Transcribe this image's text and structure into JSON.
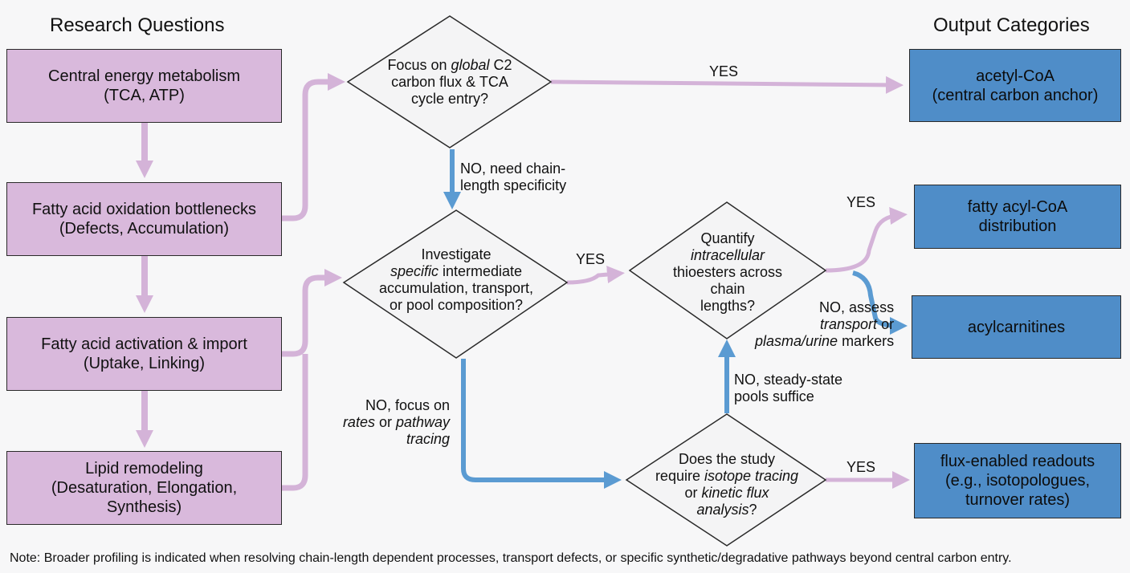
{
  "headers": {
    "left": "Research Questions",
    "right": "Output Categories"
  },
  "research_questions": [
    {
      "line1": "Central energy metabolism",
      "line2": "(TCA, ATP)",
      "line3": ""
    },
    {
      "line1": "Fatty acid oxidation bottlenecks",
      "line2": "(Defects, Accumulation)",
      "line3": ""
    },
    {
      "line1": "Fatty acid activation & import",
      "line2": "(Uptake, Linking)",
      "line3": ""
    },
    {
      "line1": "Lipid remodeling",
      "line2": "(Desaturation, Elongation,",
      "line3": "Synthesis)"
    }
  ],
  "outputs": [
    {
      "line1": "acetyl-CoA",
      "line2": "(central carbon anchor)",
      "line3": ""
    },
    {
      "line1": "fatty acyl-CoA",
      "line2": "distribution",
      "line3": ""
    },
    {
      "line1": "acylcarnitines",
      "line2": "",
      "line3": ""
    },
    {
      "line1": "flux-enabled readouts",
      "line2": "(e.g., isotopologues,",
      "line3": "turnover rates)"
    }
  ],
  "decisions": {
    "d1": {
      "l1a": "Focus on ",
      "l1b": "global",
      "l1c": " C2",
      "l2": "carbon flux & TCA",
      "l3": "cycle entry?"
    },
    "d2": {
      "l1": "Investigate",
      "l2a": "specific",
      "l2b": " intermediate",
      "l3": "accumulation, transport,",
      "l4": "or pool composition?"
    },
    "d3": {
      "l1": "Quantify",
      "l2": "intracellular",
      "l3": "thioesters across",
      "l4": "chain",
      "l5": "lengths?"
    },
    "d4": {
      "l1": "Does the study",
      "l2a": "require ",
      "l2b": "isotope tracing",
      "l3a": "or ",
      "l3b": "kinetic flux",
      "l4a": "analysis",
      "l4b": "?"
    }
  },
  "edge_labels": {
    "yes1": "YES",
    "no1_l1": "NO, need chain-",
    "no1_l2": "length specificity",
    "yes2": "YES",
    "yes3": "YES",
    "no3_l1": "NO, assess",
    "no3_l2": "transport",
    "no3_l2b": " or",
    "no3_l3": "plasma/urine",
    "no3_l3b": " markers",
    "no2_l1": "NO, focus on",
    "no2_l2a": "rates",
    "no2_l2b": " or ",
    "no2_l2c": "pathway",
    "no2_l3": "tracing",
    "no4_l1": "NO, steady-state",
    "no4_l2": "pools suffice",
    "yes4": "YES"
  },
  "note": "Note: Broader profiling is indicated when resolving chain-length dependent processes, transport defects, or specific synthetic/degradative pathways beyond central carbon entry.",
  "colors": {
    "purple_box": "#d9b9dc",
    "purple_arrow": "#d4b3d8",
    "blue_box": "#4f8dc8",
    "blue_arrow": "#5b9bd2",
    "diamond_fill": "#f4f4f5"
  }
}
